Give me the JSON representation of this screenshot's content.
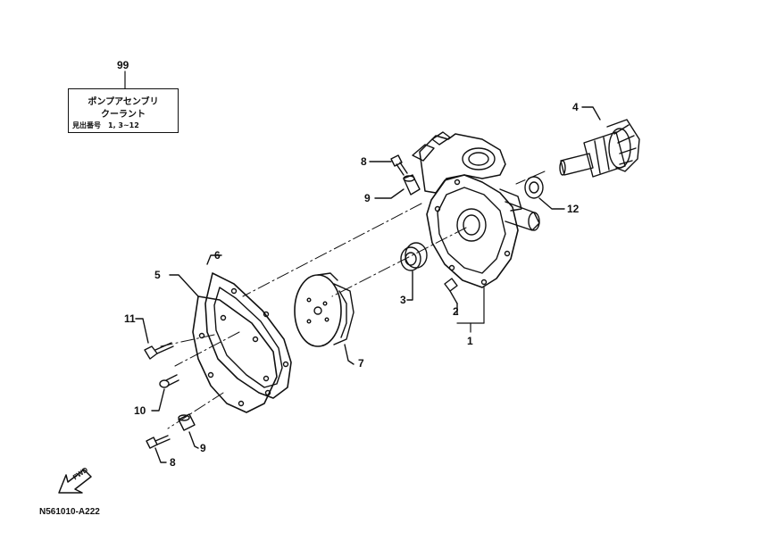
{
  "assembly": {
    "number": "99",
    "name_line1": "ポンプアセンブリ",
    "name_line2": "クーラント",
    "ref_line": "見出番号　1, 3~12"
  },
  "callouts": {
    "c1": "1",
    "c2": "2",
    "c3": "3",
    "c4": "4",
    "c5": "5",
    "c6": "6",
    "c7": "7",
    "c8a": "8",
    "c8b": "8",
    "c9a": "9",
    "c9b": "9",
    "c10": "10",
    "c11": "11",
    "c12": "12"
  },
  "fwd_label": "FWD",
  "reference_code": "N561010-A222"
}
